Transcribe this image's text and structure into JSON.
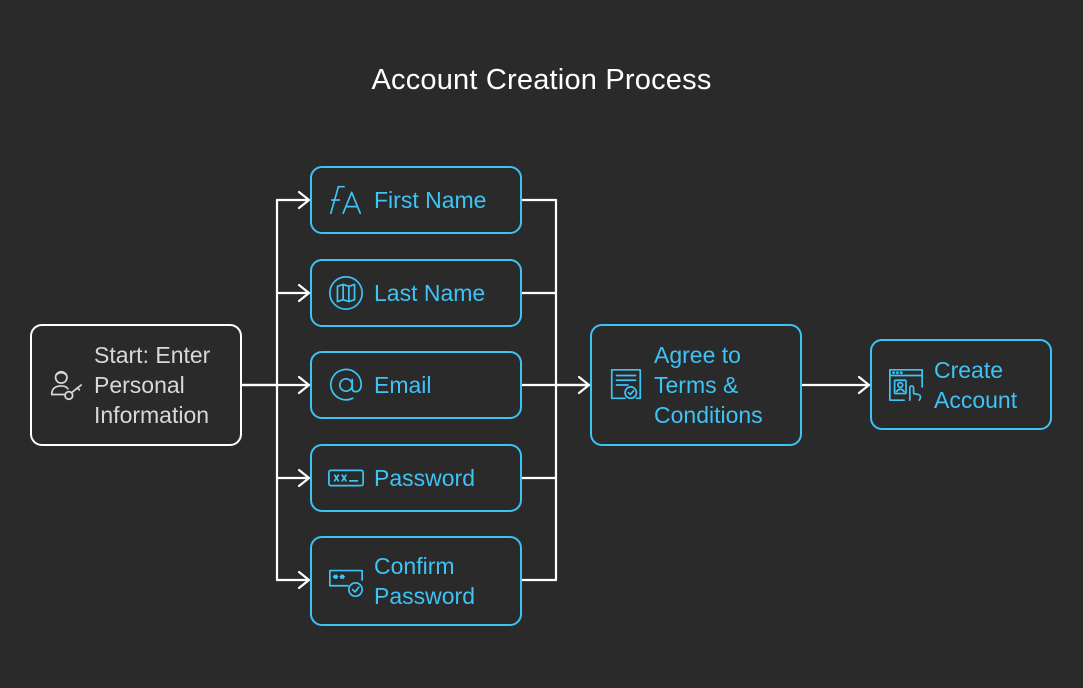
{
  "title": "Account Creation Process",
  "colors": {
    "background": "#2a2a2a",
    "accent": "#3dc3f5",
    "start_border": "#ffffff",
    "connector": "#ffffff"
  },
  "nodes": {
    "start": {
      "label": "Start: Enter\nPersonal\nInformation",
      "icon": "user-key-icon"
    },
    "first_name": {
      "label": "First Name",
      "icon": "font-letter-icon"
    },
    "last_name": {
      "label": "Last Name",
      "icon": "map-icon"
    },
    "email": {
      "label": "Email",
      "icon": "at-sign-icon"
    },
    "password": {
      "label": "Password",
      "icon": "password-field-icon"
    },
    "confirm_password": {
      "label": "Confirm\nPassword",
      "icon": "password-check-icon"
    },
    "agree_terms": {
      "label": "Agree to\nTerms &\nConditions",
      "icon": "document-check-icon"
    },
    "create_account": {
      "label": "Create\nAccount",
      "icon": "browser-touch-icon"
    }
  }
}
